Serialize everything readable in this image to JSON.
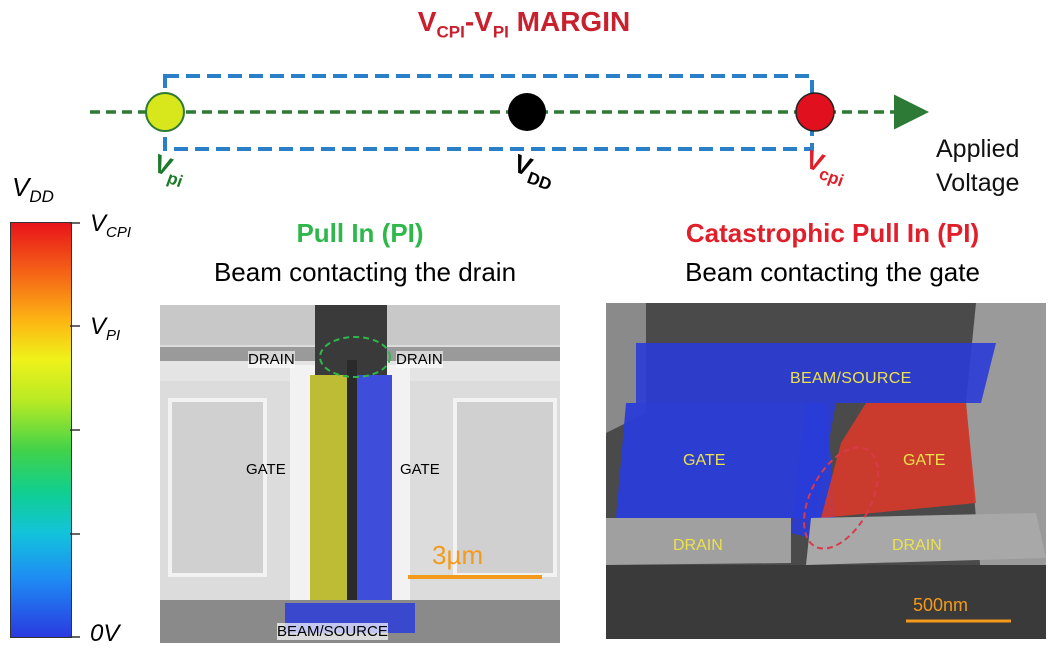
{
  "title": {
    "main_a": "V",
    "sub_a": "CPI",
    "main_b": "-V",
    "sub_b": "PI",
    "main_c": " MARGIN"
  },
  "axis": {
    "label_line1": "Applied",
    "label_line2": "Voltage",
    "points": [
      {
        "main": "V",
        "sub": "pi",
        "color": "#1d7a2a",
        "fill": "#d8e61c"
      },
      {
        "main": "V",
        "sub": "DD",
        "color": "#000000",
        "fill": "#000000"
      },
      {
        "main": "V",
        "sub": "cpi",
        "color": "#e01f2a",
        "fill": "#e0101e"
      }
    ],
    "axis_color": "#2d7a36",
    "margin_box_color": "#2a7fc9"
  },
  "colorbar": {
    "top_label_main": "V",
    "top_label_sub": "DD",
    "ticks": [
      {
        "main": "V",
        "sub": "CPI"
      },
      {
        "main": "V",
        "sub": "PI"
      },
      {
        "main": "0V",
        "sub": ""
      }
    ]
  },
  "left_panel": {
    "heading": "Pull In (PI)",
    "subheading": "Beam contacting the drain",
    "labels": {
      "drain_left": "DRAIN",
      "drain_right": "DRAIN",
      "gate_left": "GATE",
      "gate_right": "GATE",
      "beam": "BEAM/SOURCE"
    },
    "scale": "3µm"
  },
  "right_panel": {
    "heading": "Catastrophic Pull In (PI)",
    "subheading": "Beam contacting the gate",
    "labels": {
      "beam": "BEAM/SOURCE",
      "gate_left": "GATE",
      "gate_right": "GATE",
      "drain_left": "DRAIN",
      "drain_right": "DRAIN"
    },
    "scale": "500nm"
  },
  "colors": {
    "scale_bar": "#f39a1c",
    "blue_overlay": "#2a3cd8",
    "yellow_overlay": "#b8b620",
    "red_overlay": "#d83a2a"
  }
}
